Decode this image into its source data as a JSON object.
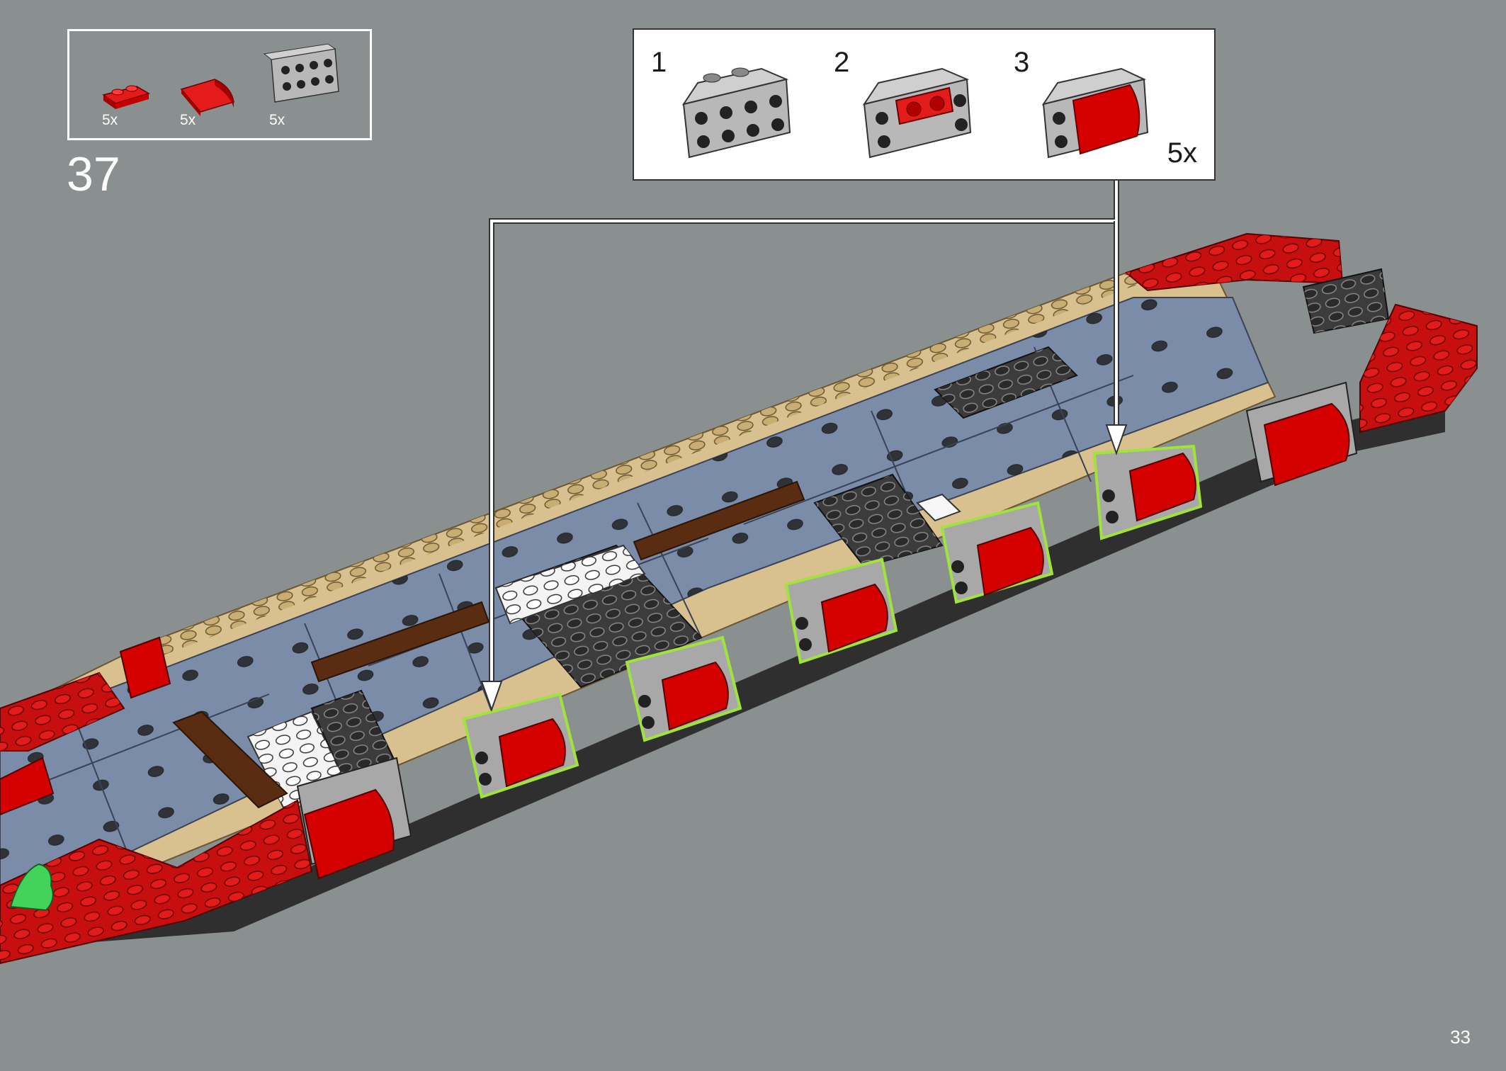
{
  "step": {
    "number": "37"
  },
  "parts_list": [
    {
      "name": "red-plate-1x2",
      "count": "5x",
      "color": "#d40000"
    },
    {
      "name": "red-curved-slope-2x2",
      "count": "5x",
      "color": "#d40000"
    },
    {
      "name": "light-gray-bracket-1x2-2x4",
      "count": "5x",
      "color": "#a6a6a6"
    }
  ],
  "callout": {
    "sub_steps": [
      {
        "label": "1"
      },
      {
        "label": "2"
      },
      {
        "label": "3"
      }
    ],
    "multiplier": "5x"
  },
  "page": {
    "number": "33"
  },
  "colors": {
    "background": "#8a9090",
    "red": "#d40000",
    "tan": "#d9c18f",
    "sand_blue": "#7a8ca8",
    "dark_gray": "#3c3c3c",
    "light_gray": "#a8a8a8",
    "brown": "#5a2d12",
    "highlight": "#9fe33c"
  }
}
